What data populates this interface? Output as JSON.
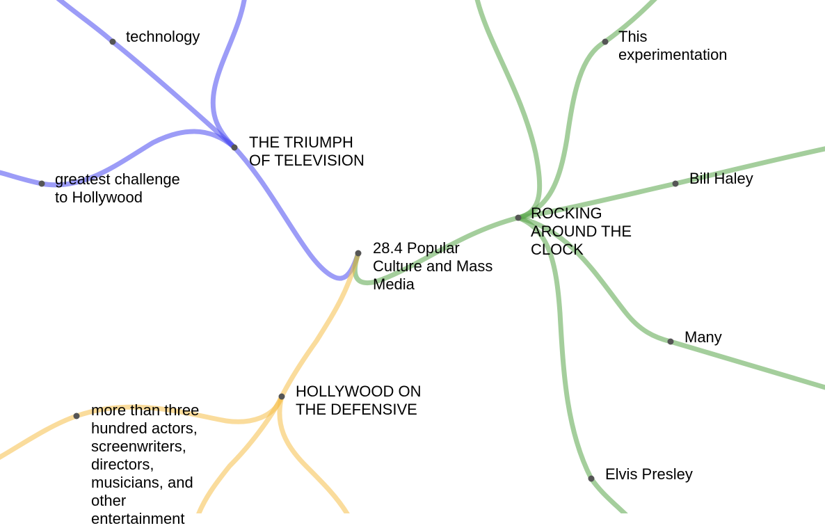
{
  "colors": {
    "television": "#4b4bf0",
    "rock": "#5aa64a",
    "hollywood": "#f5c04a",
    "dot": "#555555"
  },
  "nodes": {
    "center": "28.4 Popular\nCulture and Mass\nMedia",
    "television": {
      "title": "THE TRIUMPH\nOF TELEVISION",
      "children": [
        "technology",
        "greatest challenge\nto Hollywood"
      ]
    },
    "rock": {
      "title": "ROCKING\nAROUND THE\nCLOCK",
      "children": [
        "This\nexperimentation",
        "Bill Haley",
        "Many",
        "Elvis Presley"
      ]
    },
    "hollywood": {
      "title": "HOLLYWOOD ON\nTHE DEFENSIVE",
      "children": [
        "more than three\nhundred actors,\nscreenwriters,\ndirectors,\nmusicians, and\nother\nentertainment"
      ]
    }
  }
}
